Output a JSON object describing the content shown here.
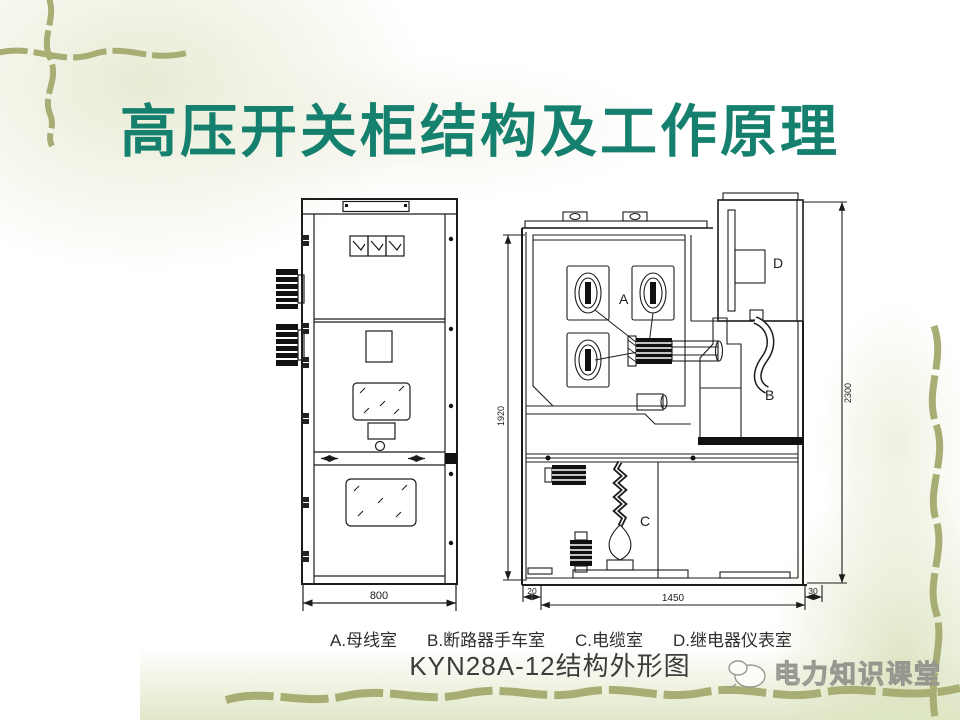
{
  "slide": {
    "title": "高压开关柜结构及工作原理",
    "figure_caption": "KYN28A-12结构外形图",
    "legend": [
      "A.母线室",
      "B.断路器手车室",
      "C.电缆室",
      "D.继电器仪表室"
    ],
    "watermark_text": "电力知识课堂"
  },
  "diagram": {
    "front_view": {
      "width_dim": "800"
    },
    "side_view": {
      "label_a": "A",
      "label_b": "B",
      "label_c": "C",
      "label_d": "D",
      "inner_height_dim": "1920",
      "total_height_dim": "2300",
      "depth_dim": "1450",
      "front_gap_dim": "20",
      "rear_gap_dim": "30"
    }
  },
  "colors": {
    "title": "#15806e",
    "branch": "#a8ad74",
    "line": "#1c1c1c"
  }
}
